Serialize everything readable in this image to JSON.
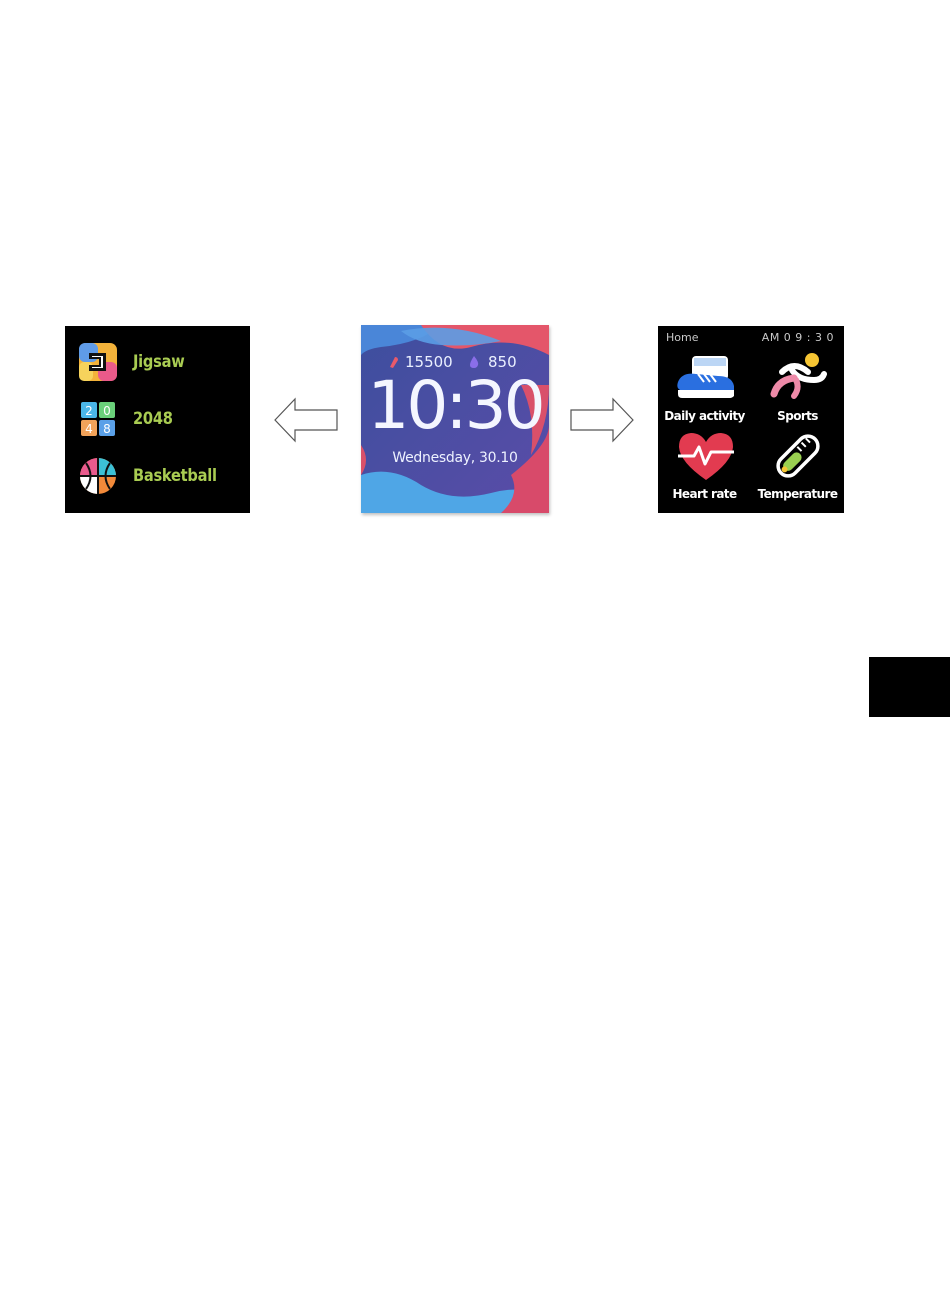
{
  "games_screen": {
    "items": [
      {
        "label": "Jigsaw",
        "icon": "jigsaw-icon"
      },
      {
        "label": "2048",
        "icon": "2048-icon",
        "tiles": [
          "2",
          "0",
          "4",
          "8"
        ]
      },
      {
        "label": "Basketball",
        "icon": "basketball-icon"
      }
    ],
    "label_color": "#a9cc52"
  },
  "watch_face": {
    "steps": "15500",
    "calories": "850",
    "time": "10:30",
    "date": "Wednesday, 30.10"
  },
  "home_screen": {
    "title": "Home",
    "clock": "AM  0 9 : 3 0",
    "tiles": [
      {
        "label": "Daily activity",
        "icon": "shoe-icon"
      },
      {
        "label": "Sports",
        "icon": "runner-icon"
      },
      {
        "label": "Heart rate",
        "icon": "heart-icon"
      },
      {
        "label": "Temperature",
        "icon": "thermometer-icon"
      }
    ]
  },
  "arrows": {
    "left": "arrow-left-icon",
    "right": "arrow-right-icon"
  }
}
